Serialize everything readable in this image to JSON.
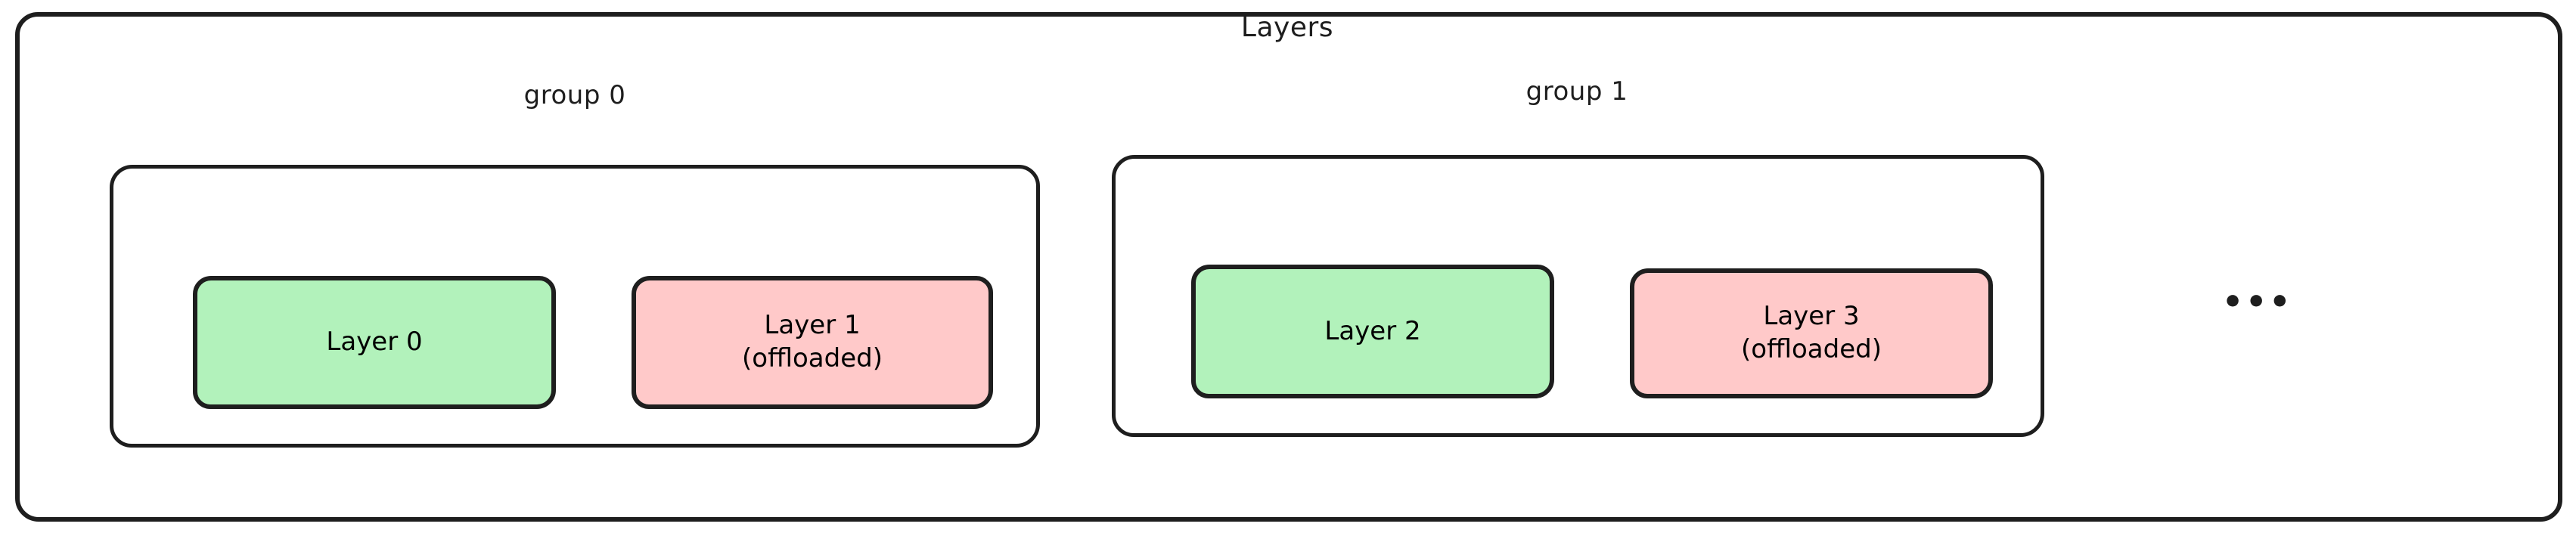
{
  "diagram": {
    "type": "nested-box-diagram",
    "title": "Layers",
    "style": "hand-drawn",
    "colors": {
      "stroke": "#1e1e1e",
      "background": "#ffffff",
      "resident_fill": "#b2f2bb",
      "offloaded_fill": "#ffc9c9"
    },
    "groups": [
      {
        "label": "group 0",
        "layers": [
          {
            "name": "Layer 0",
            "state": "",
            "fill": "#b2f2bb",
            "offloaded": false
          },
          {
            "name": "Layer 1",
            "state": "(offloaded)",
            "fill": "#ffc9c9",
            "offloaded": true
          }
        ]
      },
      {
        "label": "group 1",
        "layers": [
          {
            "name": "Layer 2",
            "state": "",
            "fill": "#b2f2bb",
            "offloaded": false
          },
          {
            "name": "Layer 3",
            "state": "(offloaded)",
            "fill": "#ffc9c9",
            "offloaded": true
          }
        ]
      }
    ],
    "continuation": "•••"
  }
}
